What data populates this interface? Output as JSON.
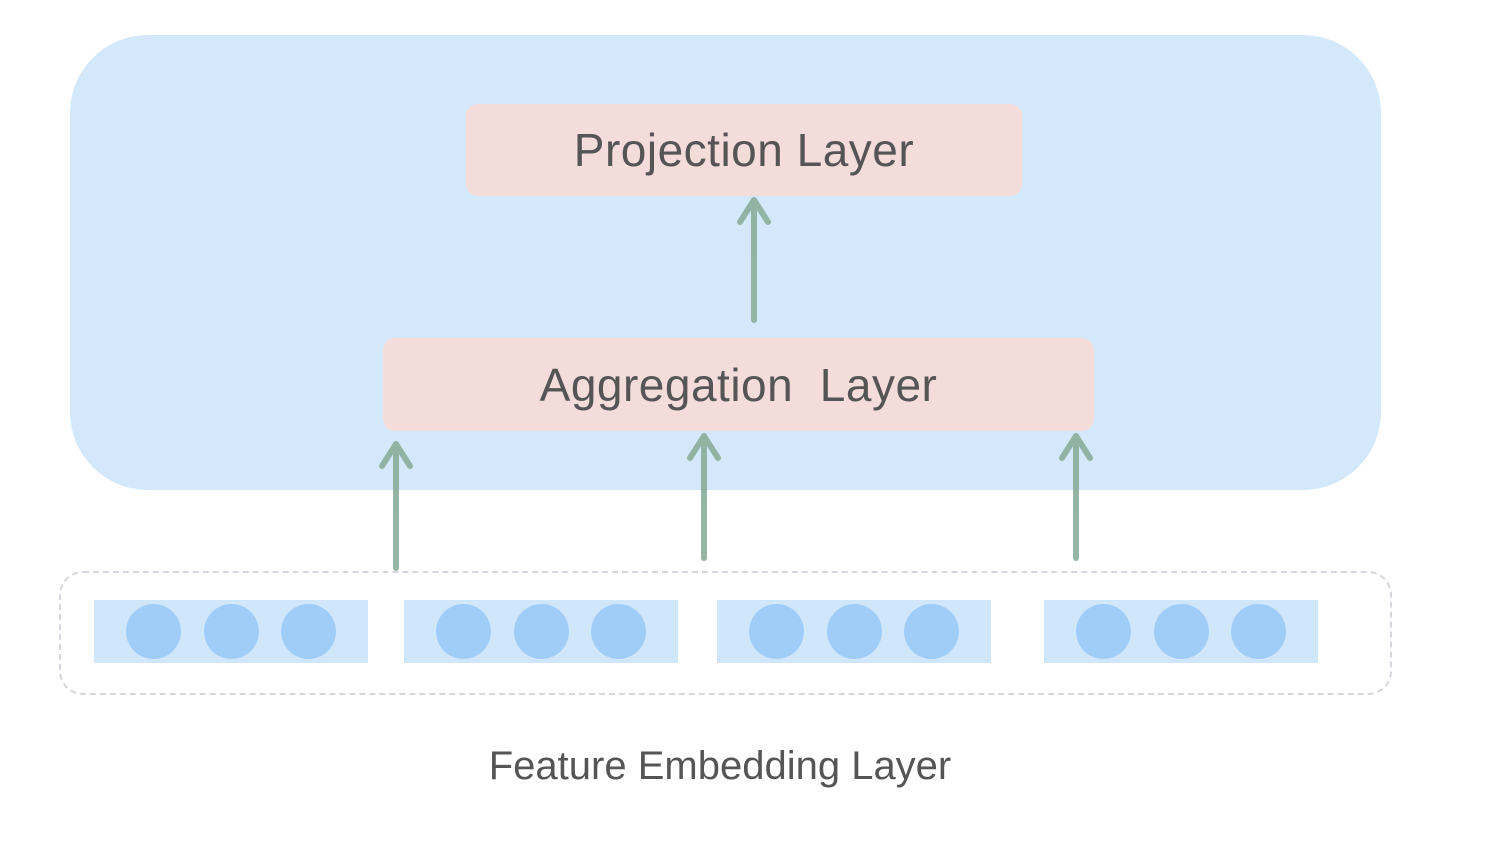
{
  "layers": {
    "projection_label": "Projection Layer",
    "aggregation_label": "Aggregation  Layer",
    "embedding_caption": "Feature Embedding Layer"
  },
  "embedding": {
    "block_count": 4,
    "nodes_per_block": 3
  },
  "colors": {
    "panel": "#d3e9fb",
    "layer_box": "#f4dcda",
    "arrow": "#8fb1a0",
    "embedding_block": "#cfe6fb",
    "node": "#a0cdf8",
    "text": "#555555"
  }
}
